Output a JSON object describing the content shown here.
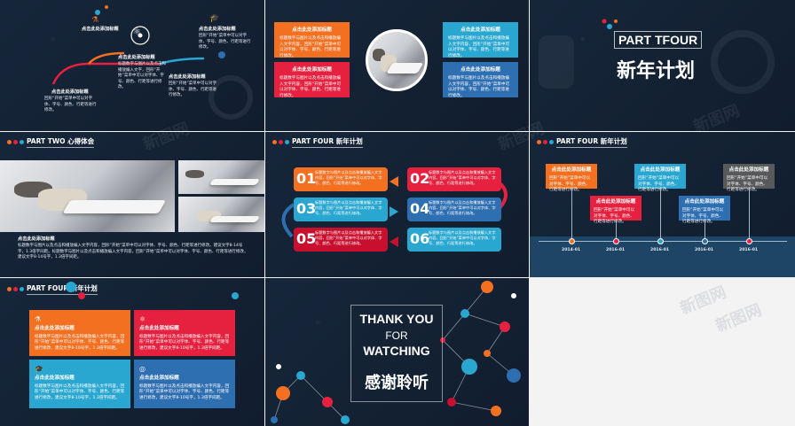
{
  "watermark": "新图网",
  "s1": {
    "items": [
      {
        "title": "点击此处添加标题",
        "text": "标题数字与图片以及点击和播放编入文字，回形“开始”菜单中可以对字体、字号、颜色、行距等进行修改。"
      },
      {
        "title": "点击此处添加标题",
        "text": "回形“开始”菜单中可以对字体、字号、颜色、行距等进行修改。"
      },
      {
        "title": "点击此处添加标题",
        "text": "回形“开始”菜单中可以对字体、字号、颜色、行距等进行修改。"
      },
      {
        "title": "点击此处添加标题",
        "text": "回形“开始”菜单中可以对字体、字号、颜色、行距等进行修改。"
      }
    ]
  },
  "s2": {
    "boxes": [
      {
        "title": "点击此处添加标题",
        "text": "标题数字与图片以及点击和播放编入文字内容，回形“开始”菜单中可以对字体、字号、颜色、行距等进行修改。",
        "color": "#f37021"
      },
      {
        "title": "点击此处添加标题",
        "text": "标题数字与图片以及点击和播放编入文字内容，回形“开始”菜单中可以对字体、字号、颜色、行距等进行修改。",
        "color": "#e5213f"
      },
      {
        "title": "点击此处添加标题",
        "text": "标题数字与图片以及点击和播放编入文字内容，回形“开始”菜单中可以对字体、字号、颜色、行距等进行修改。",
        "color": "#2aa7d0"
      },
      {
        "title": "点击此处添加标题",
        "text": "标题数字与图片以及点击和播放编入文字内容，回形“开始”菜单中可以对字体、字号、颜色、行距等进行修改。",
        "color": "#2e6fb2"
      }
    ]
  },
  "s3": {
    "title_en": "PART TFOUR",
    "title_cn": "新年计划"
  },
  "s4": {
    "tag": "PART TWO 心得体会",
    "heading": "点击此处添加标题",
    "text": "标题数字与图片以及点击和播放编入文字内容，回形“开始”菜单中可以对字体、字号、颜色、行距等进行修改。建议文字8-14号字，1.3倍字间距。标题数字与图片以及点击和播放编入文字内容，回形“开始”菜单中可以对字体、字号、颜色、行距等进行修改，建议文字8-14号字，1.3倍字间距。"
  },
  "s5": {
    "tag": "PART FOUR 新年计划",
    "steps": [
      {
        "num": "01",
        "text": "标题数字与图片以及点击和播放编入文字内容，回形“开始”菜单中可以对字体、字号、颜色、行距等进行修改。",
        "color": "#f37021"
      },
      {
        "num": "02",
        "text": "标题数字与图片以及点击和播放编入文字内容，回形“开始”菜单中可以对字体、字号、颜色、行距等进行修改。",
        "color": "#e5213f"
      },
      {
        "num": "03",
        "text": "标题数字与图片以及点击和播放编入文字内容，回形“开始”菜单中可以对字体、字号、颜色、行距等进行修改。",
        "color": "#2aa7d0"
      },
      {
        "num": "04",
        "text": "标题数字与图片以及点击和播放编入文字内容，回形“开始”菜单中可以对字体、字号、颜色、行距等进行修改。",
        "color": "#2e6fb2"
      },
      {
        "num": "05",
        "text": "标题数字与图片以及点击和播放编入文字内容，回形“开始”菜单中可以对字体、字号、颜色、行距等进行修改。",
        "color": "#c8102e"
      },
      {
        "num": "06",
        "text": "标题数字与图片以及点击和播放编入文字内容，回形“开始”菜单中可以对字体、字号、颜色、行距等进行修改。",
        "color": "#2aa7d0"
      }
    ]
  },
  "s6": {
    "tag": "PART FOUR 新年计划",
    "boxes": [
      {
        "title": "点击此处添加标题",
        "text": "回形“开始”菜单中可以对字体、字号、颜色、行距等进行修改。",
        "color": "#f37021"
      },
      {
        "title": "点击此处添加标题",
        "text": "回形“开始”菜单中可以对字体、字号、颜色、行距等进行修改。",
        "color": "#e5213f"
      },
      {
        "title": "点击此处添加标题",
        "text": "回形“开始”菜单中可以对字体、字号、颜色、行距等进行修改。",
        "color": "#2aa7d0"
      },
      {
        "title": "点击此处添加标题",
        "text": "回形“开始”菜单中可以对字体、字号、颜色、行距等进行修改。",
        "color": "#2e6fb2"
      },
      {
        "title": "点击此处添加标题",
        "text": "回形“开始”菜单中可以对字体、字号、颜色、行距等进行修改。",
        "color": "#58595b"
      }
    ],
    "dates": [
      "2014-01",
      "2016-01",
      "2016-01",
      "2016-01",
      "2016-01"
    ]
  },
  "s7": {
    "tag": "PART FOUR 新年计划",
    "boxes": [
      {
        "title": "点击此处添加标题",
        "text": "标题数字与图片以及点击和播放编入文字内容，回形“开始”菜单中可以对字体、字号、颜色、行距等进行修改，建议文字8-10号字，1.3倍字间距。",
        "color": "#f37021"
      },
      {
        "title": "点击此处添加标题",
        "text": "标题数字与图片以及点击和播放编入文字内容，回形“开始”菜单中可以对字体、字号、颜色、行距等进行修改，建议文字8-10号字，1.3倍字间距。",
        "color": "#e5213f"
      },
      {
        "title": "点击此处添加标题",
        "text": "标题数字与图片以及点击和播放编入文字内容，回形“开始”菜单中可以对字体、字号、颜色、行距等进行修改，建议文字8-10号字，1.3倍字间距。",
        "color": "#2aa7d0"
      },
      {
        "title": "点击此处添加标题",
        "text": "标题数字与图片以及点击和播放编入文字内容，回形“开始”菜单中可以对字体、字号、颜色、行距等进行修改，建议文字8-10号字，1.3倍字间距。",
        "color": "#2e6fb2"
      }
    ]
  },
  "s8": {
    "line1": "THANK YOU",
    "line2": "FOR",
    "line3": "WATCHING",
    "cn": "感谢聆听"
  }
}
